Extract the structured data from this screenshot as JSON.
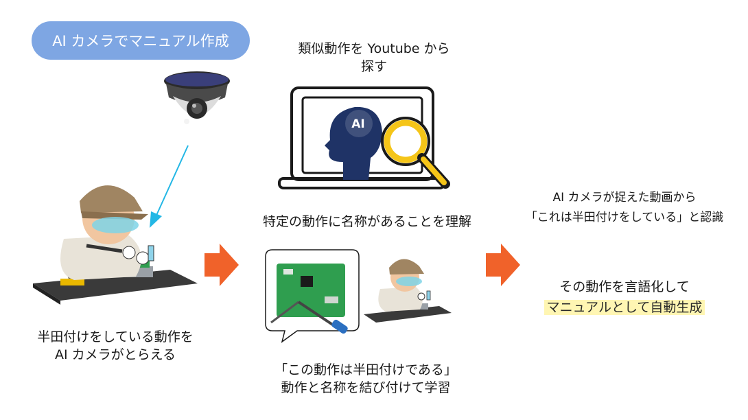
{
  "title_pill": "AI カメラでマニュアル作成",
  "step1": {
    "caption_line1": "半田付けをしている動作を",
    "caption_line2": "AI カメラがとらえる"
  },
  "step2": {
    "search_line1": "類似動作を Youtube から",
    "search_line2": "探す",
    "understand": "特定の動作に名称があることを理解",
    "learn_line1": "「この動作は半田付けである」",
    "learn_line2": "動作と名称を結び付けて学習",
    "ai_badge": "AI"
  },
  "step3": {
    "recognize_line1": "AI カメラが捉えた動画から",
    "recognize_line2": "「これは半田付けをしている」と認識",
    "generate_line1": "その動作を言語化して",
    "generate_line2": "マニュアルとして自動生成"
  },
  "colors": {
    "pill": "#7ea6e3",
    "arrow": "#f0622a",
    "cyan_arrow": "#23b7e5",
    "highlight": "#fff6b3",
    "navy": "#1f3366",
    "magnifier": "#f5c518"
  }
}
